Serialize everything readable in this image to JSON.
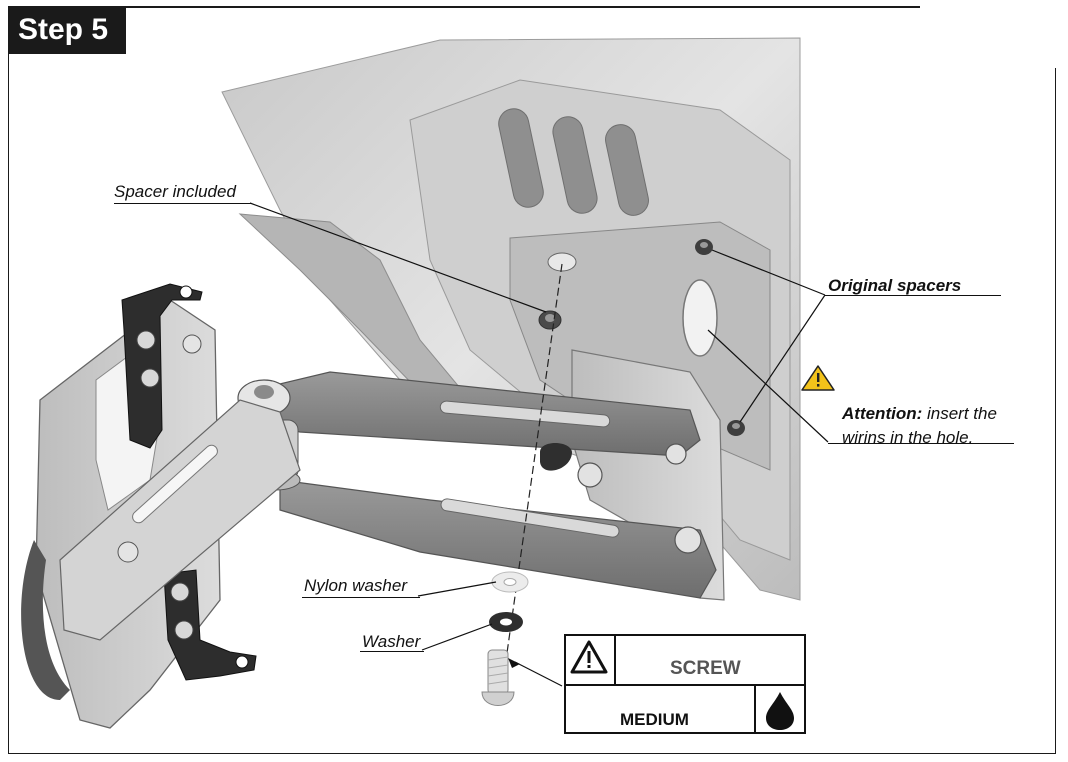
{
  "step": {
    "label": "Step 5"
  },
  "labels": {
    "spacer_included": "Spacer included",
    "original_spacers": "Original spacers",
    "attention_bold": "Attention:",
    "attention_line1": " insert the",
    "attention_line2": "wirins in the hole.",
    "nylon_washer": "Nylon washer",
    "washer": "Washer"
  },
  "threadlock_box": {
    "top_label": "SCREW",
    "bottom_label": "MEDIUM",
    "icons": [
      "warning-triangle-icon",
      "drop-icon"
    ]
  },
  "colors": {
    "frame": "#1a1a1a",
    "part_light": "#d6d6d6",
    "part_mid": "#a9a9a9",
    "part_dark": "#6f6f6f",
    "warning_yellow": "#f2c21a"
  }
}
